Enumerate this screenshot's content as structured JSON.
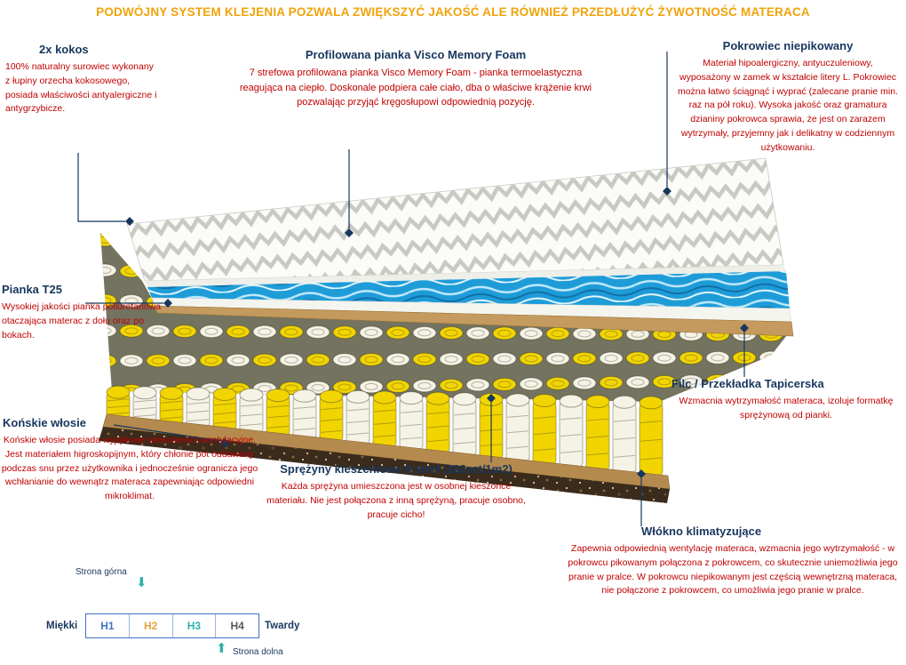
{
  "banner": "PODWÓJNY SYSTEM KLEJENIA POZWALA ZWIĘKSZYĆ JAKOŚĆ ALE RÓWNIEŻ PRZEDŁUŻYĆ ŻYWOTNOŚĆ MATERACA",
  "callouts": {
    "kokos": {
      "title": "2x kokos",
      "body": "100% naturalny surowiec wykonany z łupiny orzecha kokosowego, posiada właściwości antyalergiczne i antygrzybicze."
    },
    "visco": {
      "title": "Profilowana pianka Visco Memory Foam",
      "body": "7 strefowa profilowana pianka Visco Memory Foam - pianka termoelastyczna reagująca na ciepło.  Doskonale podpiera całe ciało, dba o właściwe krążenie krwi pozwalając przyjąć kręgosłupowi odpowiednią pozycję."
    },
    "pokrowiec": {
      "title": "Pokrowiec niepikowany",
      "body": "Materiał hipoalergiczny, antyuczuleniowy, wyposażony w zamek w kształcie litery L. Pokrowiec można łatwo ściągnąć i wyprać (zalecane pranie min.  raz na pół roku). Wysoka jakość oraz gramatura dzianiny pokrowca sprawia, że jest on zarazem wytrzymały, przyjemny jak i delikatny w codziennym użytkowaniu."
    },
    "pianka": {
      "title": "Pianka T25",
      "body": "Wysokiej jakości pianka poliuretanowa otaczająca materac z dołu oraz po bokach."
    },
    "filc": {
      "title": "Filc / Przekładka Tapicerska",
      "body": "Wzmacnia wytrzymałość materaca, izoluje formatkę sprężynową od pianki."
    },
    "konskie": {
      "title": "Końskie włosie",
      "body": "Końskie włosie posiada wyjątkowe właściwości wentylacyjne. Jest materiałem higroskopijnym, który chłonie pot oddawany podczas snu przez użytkownika i jednocześnie ogranicza jego wchłanianie do wewnątrz materaca zapewniając odpowiedni mikroklimat."
    },
    "sprezyny": {
      "title": "Sprężyny kieszeniowe 9 stref (262szt/1m2)",
      "body": "Każda sprężyna umieszczona jest w osobnej kieszonce materiału. Nie jest połączona z inną sprężyną, pracuje osobno, pracuje cicho!"
    },
    "wlokno": {
      "title": "Włókno klimatyzujące",
      "body": "Zapewnia odpowiednią wentylację materaca, wzmacnia jego wytrzymałość - w pokrowcu pikowanym połączona z pokrowcem, co skutecznie uniemożliwia jego pranie w pralce. W pokrowcu niepikowanym jest częścią wewnętrzną materaca, nie połączone z pokrowcem, co umożliwia jego pranie w pralce."
    }
  },
  "legend": {
    "top_label": "Strona górna",
    "bottom_label": "Strona dolna",
    "soft": "Miękki",
    "hard": "Twardy",
    "levels": [
      {
        "label": "H1",
        "color": "#4472c4"
      },
      {
        "label": "H2",
        "color": "#e8a33d"
      },
      {
        "label": "H3",
        "color": "#2ab5ac"
      },
      {
        "label": "H4",
        "color": "#595959"
      }
    ]
  },
  "colors": {
    "navy": "#17365d",
    "red": "#c00000",
    "orange": "#f0a30a",
    "teal": "#2fb3a9",
    "visco_blue": "#1e9cd8",
    "spring_yellow": "#f2d500",
    "spring_white": "#f5f2e6",
    "coconut_tan": "#c49a5e",
    "base_brown": "#3a2b1c"
  }
}
